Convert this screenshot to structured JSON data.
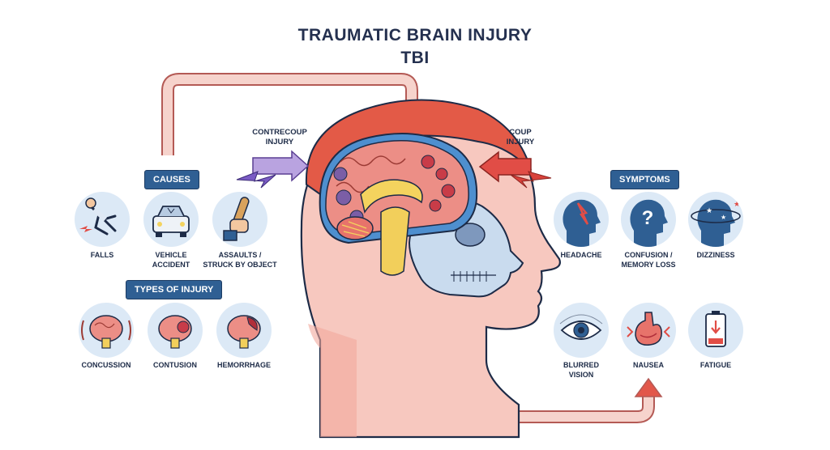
{
  "title": {
    "line1": "TRAUMATIC BRAIN INJURY",
    "line2": "TBI"
  },
  "side_labels": {
    "contrecoup": [
      "CONTRECOUP",
      "INJURY"
    ],
    "coup": [
      "COUP",
      "INJURY"
    ]
  },
  "sections": {
    "causes": {
      "heading": "CAUSES",
      "items": [
        {
          "lines": [
            "FALLS"
          ],
          "icon": "falling-person-icon"
        },
        {
          "lines": [
            "VEHICLE",
            "ACCIDENT"
          ],
          "icon": "car-icon"
        },
        {
          "lines": [
            "ASSAULTS /",
            "STRUCK BY OBJECT"
          ],
          "icon": "fist-bat-icon"
        }
      ]
    },
    "types": {
      "heading": "TYPES OF INJURY",
      "items": [
        {
          "lines": [
            "CONCUSSION"
          ],
          "icon": "concussion-brain-icon"
        },
        {
          "lines": [
            "CONTUSION"
          ],
          "icon": "contusion-brain-icon"
        },
        {
          "lines": [
            "HEMORRHAGE"
          ],
          "icon": "hemorrhage-brain-icon"
        }
      ]
    },
    "symptoms": {
      "heading": "SYMPTOMS",
      "items": [
        {
          "lines": [
            "HEADACHE"
          ],
          "icon": "headache-icon"
        },
        {
          "lines": [
            "CONFUSION /",
            "MEMORY LOSS"
          ],
          "icon": "question-head-icon"
        },
        {
          "lines": [
            "DIZZINESS"
          ],
          "icon": "dizzy-head-icon"
        },
        {
          "lines": [
            "BLURRED",
            "VISION"
          ],
          "icon": "eye-icon"
        },
        {
          "lines": [
            "NAUSEA"
          ],
          "icon": "stomach-icon"
        },
        {
          "lines": [
            "FATIGUE"
          ],
          "icon": "low-battery-icon"
        }
      ]
    }
  },
  "colors": {
    "badge": "#2f5f93",
    "arrow": "#f3c9c2",
    "arrow_outline": "#b45a55",
    "head": "#f4b6ab",
    "hair": "#e05a48",
    "brain": "#e98a82",
    "skull": "#c4d6ea"
  }
}
